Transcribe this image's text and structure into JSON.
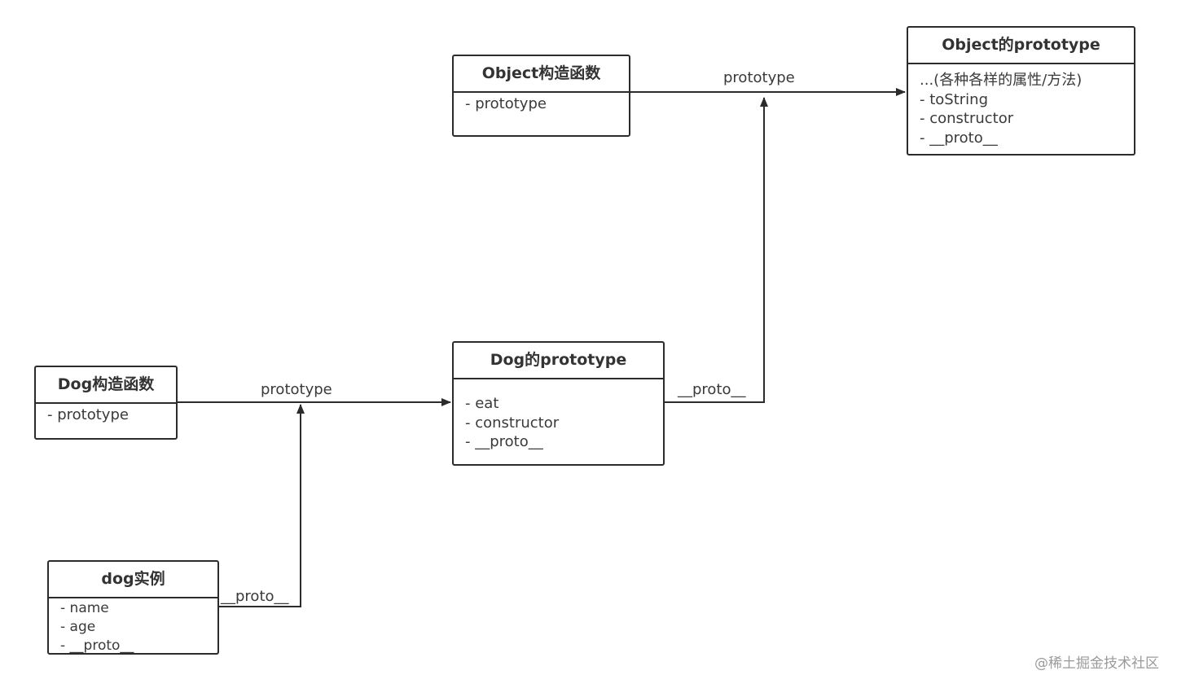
{
  "colors": {
    "line": "#2b2b2b",
    "text": "#333333",
    "watermark": "#9a9a9a"
  },
  "nodes": {
    "object_constructor": {
      "title": "Object构造函数",
      "attrs": [
        "- prototype"
      ]
    },
    "object_prototype": {
      "title": "Object的prototype",
      "attrs": [
        "...(各种各样的属性/方法)",
        "- toString",
        "- constructor",
        "- __proto__"
      ]
    },
    "dog_constructor": {
      "title": "Dog构造函数",
      "attrs": [
        "- prototype"
      ]
    },
    "dog_prototype": {
      "title": "Dog的prototype",
      "attrs": [
        "- eat",
        "- constructor",
        "- __proto__"
      ]
    },
    "dog_instance": {
      "title": "dog实例",
      "attrs": [
        "- name",
        "- age",
        "- __proto__"
      ]
    }
  },
  "edges": {
    "object_prototype_label": "prototype",
    "dog_prototype_label": "prototype",
    "dog_prototype_proto_label": "__proto__",
    "dog_instance_proto_label": "__proto__"
  },
  "watermark": "@稀土掘金技术社区"
}
